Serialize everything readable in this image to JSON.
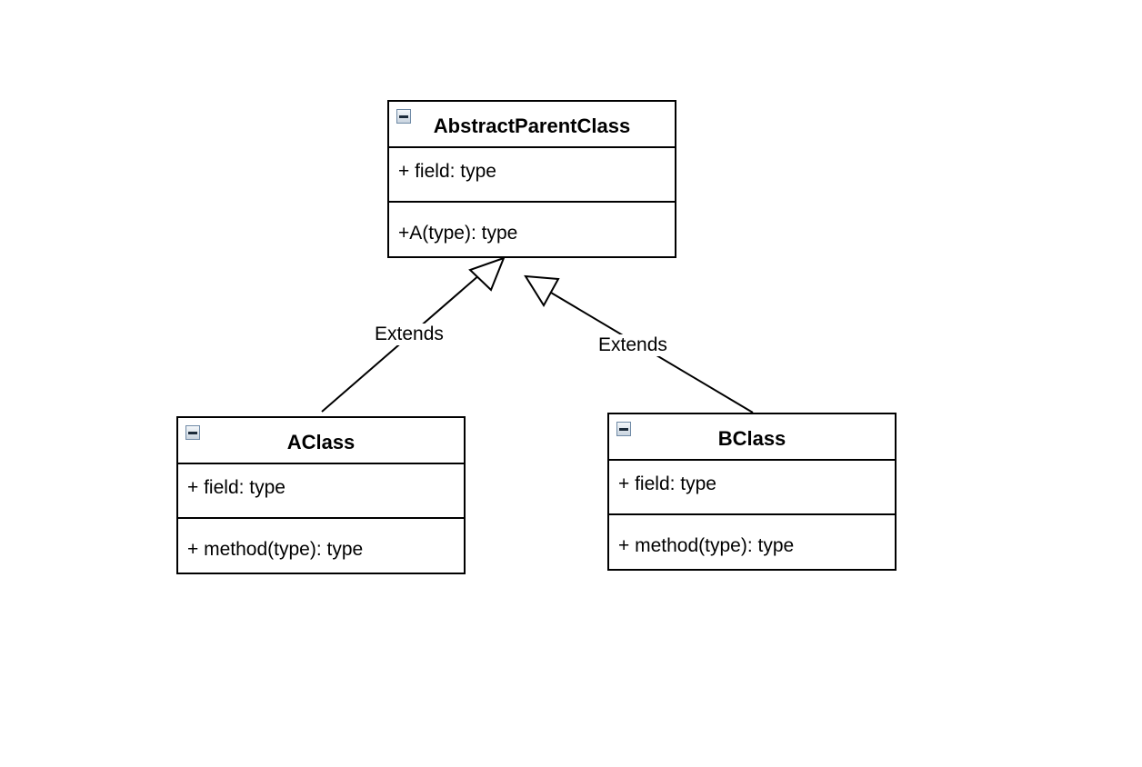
{
  "classes": {
    "parent": {
      "name": "AbstractParentClass",
      "fields": [
        "+ field: type"
      ],
      "methods": [
        "+A(type): type"
      ]
    },
    "a": {
      "name": "AClass",
      "fields": [
        "+ field: type"
      ],
      "methods": [
        "+ method(type): type"
      ]
    },
    "b": {
      "name": "BClass",
      "fields": [
        "+ field: type"
      ],
      "methods": [
        "+ method(type): type"
      ]
    }
  },
  "relations": [
    {
      "from": "AClass",
      "to": "AbstractParentClass",
      "type": "generalization",
      "label": "Extends"
    },
    {
      "from": "BClass",
      "to": "AbstractParentClass",
      "type": "generalization",
      "label": "Extends"
    }
  ],
  "icons": {
    "collapse": "minus-box-icon"
  },
  "colors": {
    "line": "#000000",
    "background": "#ffffff"
  }
}
